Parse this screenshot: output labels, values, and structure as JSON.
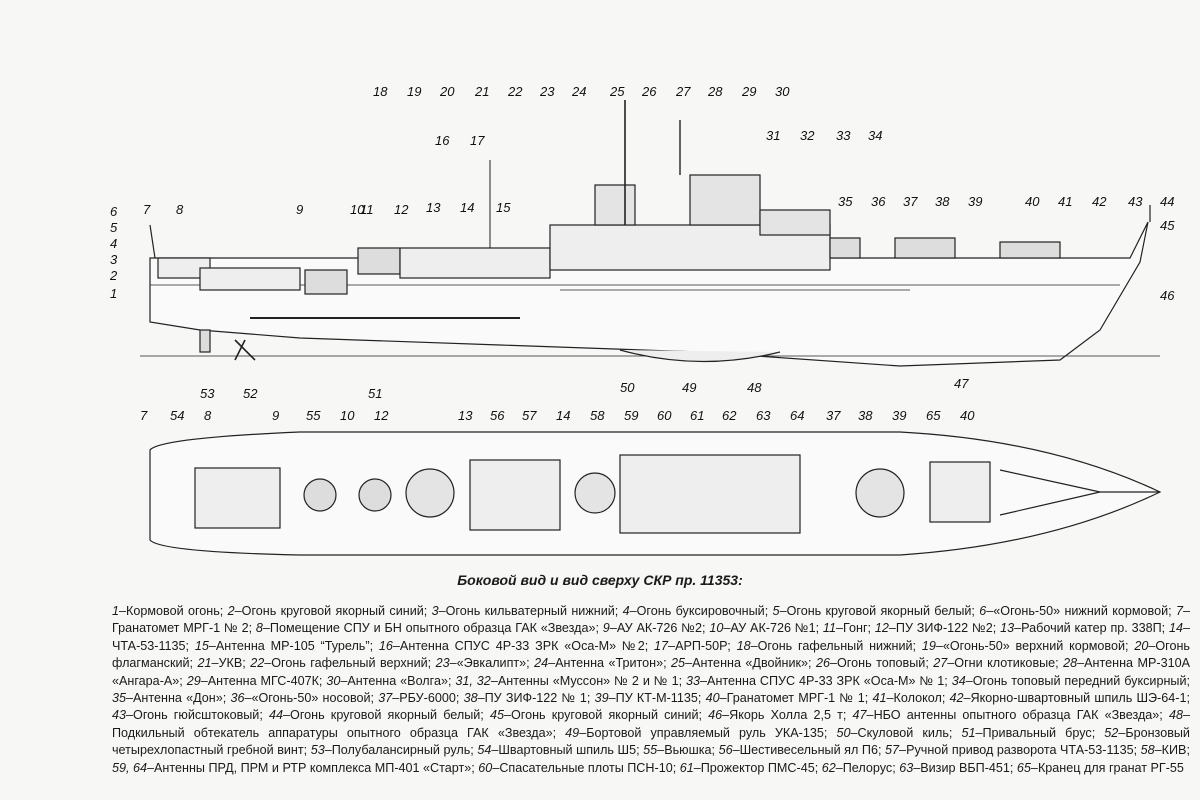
{
  "caption": "Боковой вид и вид сверху СКР пр. 11353:",
  "side_top_labels": [
    "18",
    "19",
    "20",
    "21",
    "22",
    "23",
    "24",
    "25",
    "26",
    "27",
    "28",
    "29",
    "30"
  ],
  "side_labels": {
    "n1": "1",
    "n2": "2",
    "n3": "3",
    "n4": "4",
    "n5": "5",
    "n6": "6",
    "n7": "7",
    "n8": "8",
    "n9": "9",
    "n10": "10",
    "n11": "11",
    "n12": "12",
    "n13": "13",
    "n14": "14",
    "n15": "15",
    "n16": "16",
    "n17": "17",
    "n31": "31",
    "n32": "32",
    "n33": "33",
    "n34": "34",
    "n35": "35",
    "n36": "36",
    "n37": "37",
    "n38": "38",
    "n39": "39",
    "n40": "40",
    "n41": "41",
    "n42": "42",
    "n43": "43",
    "n44": "44",
    "n45": "45",
    "n46": "46",
    "n47": "47",
    "n48": "48",
    "n49": "49",
    "n50": "50",
    "n51": "51",
    "n52": "52",
    "n53": "53"
  },
  "top_labels": [
    "7",
    "54",
    "8",
    "9",
    "55",
    "10",
    "12",
    "13",
    "56",
    "57",
    "14",
    "58",
    "59",
    "60",
    "61",
    "62",
    "63",
    "64",
    "37",
    "38",
    "39",
    "65",
    "40"
  ],
  "legend": [
    [
      "1",
      "Кормовой огонь; "
    ],
    [
      "2",
      "Огонь круговой якорный синий; "
    ],
    [
      "3",
      "Огонь кильватерный нижний; "
    ],
    [
      "4",
      "Огонь буксировочный; "
    ],
    [
      "5",
      "Огонь круговой якорный белый; "
    ],
    [
      "6",
      "«Огонь-50» нижний кормовой; "
    ],
    [
      "7",
      "Гранатомет МРГ-1 № 2; "
    ],
    [
      "8",
      "Помещение СПУ и БН опытного образца ГАК «Звезда»; "
    ],
    [
      "9",
      "АУ АК-726 №2; "
    ],
    [
      "10",
      "АУ АК-726 №1; "
    ],
    [
      "11",
      "Гонг; "
    ],
    [
      "12",
      "ПУ ЗИФ-122 №2; "
    ],
    [
      "13",
      "Рабочий катер пр. 338П; "
    ],
    [
      "14",
      "ЧТА-53-1135; "
    ],
    [
      "15",
      "Антенна МР-105 “Турель”; "
    ],
    [
      "16",
      "Антенна СПУС 4Р-33 ЗРК «Оса-М» №2; "
    ],
    [
      "17",
      "АРП-50Р; "
    ],
    [
      "18",
      "Огонь гафельный нижний; "
    ],
    [
      "19",
      "«Огонь-50» верхний кормовой; "
    ],
    [
      "20",
      "Огонь флагманский; "
    ],
    [
      "21",
      "УКВ; "
    ],
    [
      "22",
      "Огонь гафельный верхний; "
    ],
    [
      "23",
      "«Эвкалипт»; "
    ],
    [
      "24",
      "Антенна «Тритон»; "
    ],
    [
      "25",
      "Антенна «Двойник»; "
    ],
    [
      "26",
      "Огонь топовый; "
    ],
    [
      "27",
      "Огни клотиковые; "
    ],
    [
      "28",
      "Антенна МР-310А «Ангара-А»; "
    ],
    [
      "29",
      "Антенна МГС-407К; "
    ],
    [
      "30",
      "Антенна «Волга»; "
    ],
    [
      "31, 32",
      "Антенны «Муссон» № 2 и № 1; "
    ],
    [
      "33",
      "Антенна СПУС 4Р-33 ЗРК «Оса-М» № 1; "
    ],
    [
      "34",
      "Огонь топовый передний буксирный; "
    ],
    [
      "35",
      "Антенна «Дон»; "
    ],
    [
      "36",
      "«Огонь-50» носовой; "
    ],
    [
      "37",
      "РБУ-6000; "
    ],
    [
      "38",
      "ПУ ЗИФ-122 № 1; "
    ],
    [
      "39",
      "ПУ КТ-М-1135; "
    ],
    [
      "40",
      "Гранатомет МРГ-1 № 1; "
    ],
    [
      "41",
      "Колокол; "
    ],
    [
      "42",
      "Якорно-швартовный шпиль ШЭ-64-1; "
    ],
    [
      "43",
      "Огонь гюйсштоковый; "
    ],
    [
      "44",
      "Огонь круговой якорный белый; "
    ],
    [
      "45",
      "Огонь круговой якорный синий; "
    ],
    [
      "46",
      "Якорь Холла 2,5 т; "
    ],
    [
      "47",
      "НБО антенны опытного образца ГАК «Звезда»; "
    ],
    [
      "48",
      "Подкильный обтекатель аппаратуры опытного образца ГАК «Звезда»; "
    ],
    [
      "49",
      "Бортовой управляемый руль УКА-135; "
    ],
    [
      "50",
      "Скуловой киль; "
    ],
    [
      "51",
      "Привальный брус; "
    ],
    [
      "52",
      "Бронзовый четырехлопастный гребной винт; "
    ],
    [
      "53",
      "Полубалансирный руль; "
    ],
    [
      "54",
      "Швартовный шпиль Ш5; "
    ],
    [
      "55",
      "Вьюшка; "
    ],
    [
      "56",
      "Шестивесельный ял П6; "
    ],
    [
      "57",
      "Ручной привод разворота ЧТА-53-1135; "
    ],
    [
      "58",
      "КИВ; "
    ],
    [
      "59, 64",
      "Антенны ПРД, ПРМ и РТР комплекса МП-401 «Старт»; "
    ],
    [
      "60",
      "Спасательные плоты ПСН-10; "
    ],
    [
      "61",
      "Прожектор ПМС-45; "
    ],
    [
      "62",
      "Пелорус; "
    ],
    [
      "63",
      "Визир ВБП-451; "
    ],
    [
      "65",
      "Кранец для гранат РГ-55"
    ]
  ]
}
